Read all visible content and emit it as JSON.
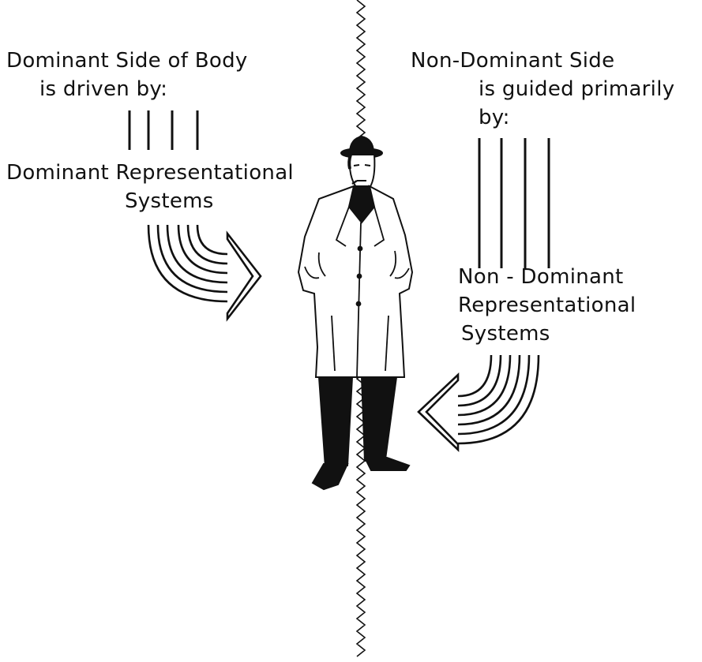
{
  "left": {
    "line1": "Dominant Side of Body",
    "line2": "is driven by:",
    "line3": "Dominant Representational",
    "line4": "Systems"
  },
  "right": {
    "line1": "Non-Dominant  Side",
    "line2": "is guided primarily",
    "line3": "by:",
    "line4": "Non - Dominant",
    "line5": "Representational",
    "line6": "Systems"
  },
  "colors": {
    "ink": "#111111",
    "background": "#ffffff",
    "coat": "#ffffff"
  }
}
